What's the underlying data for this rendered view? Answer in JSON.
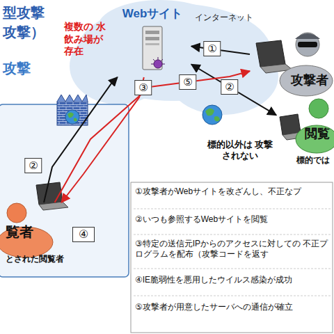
{
  "diagram": {
    "nodes": [
      {
        "text": [
          "Webサイト"
        ]
      },
      {
        "text": [
          "攻撃者"
        ]
      },
      {
        "text": [
          "閲覧",
          "標的では"
        ]
      },
      {
        "text": [
          "覧者",
          "とされた閲覧者"
        ]
      }
    ],
    "edges": [
      {
        "from": 1,
        "to": 0,
        "arrow": "to",
        "label": "①"
      },
      {
        "from": 2,
        "to": 0,
        "arrow": "both",
        "label": "②"
      },
      {
        "from": 3,
        "to": 0,
        "arrow": "to",
        "label": "②"
      },
      {
        "from": 0,
        "to": 3,
        "arrow": "to",
        "label": "③"
      },
      {
        "from": 3,
        "to": 1,
        "arrow": "to",
        "label": "⑤"
      }
    ],
    "labels": [
      "型攻撃",
      "攻撃）",
      "攻撃",
      "インターネット",
      "複数の 水飲み場が 存在",
      "④",
      "標的以外は 攻撃されない",
      "①攻撃者がWebサイトを改ざんし、不正なプ",
      "②いつも参照するWebサイトを閲覧",
      "③特定の送信元IPからのアクセスに対しての 不正プログラムを配布（攻撃コードを返す",
      "④IE脆弱性を悪用したウイルス感染が成功",
      "⑤攻撃者が用意したサーバへの通信が確立"
    ]
  }
}
